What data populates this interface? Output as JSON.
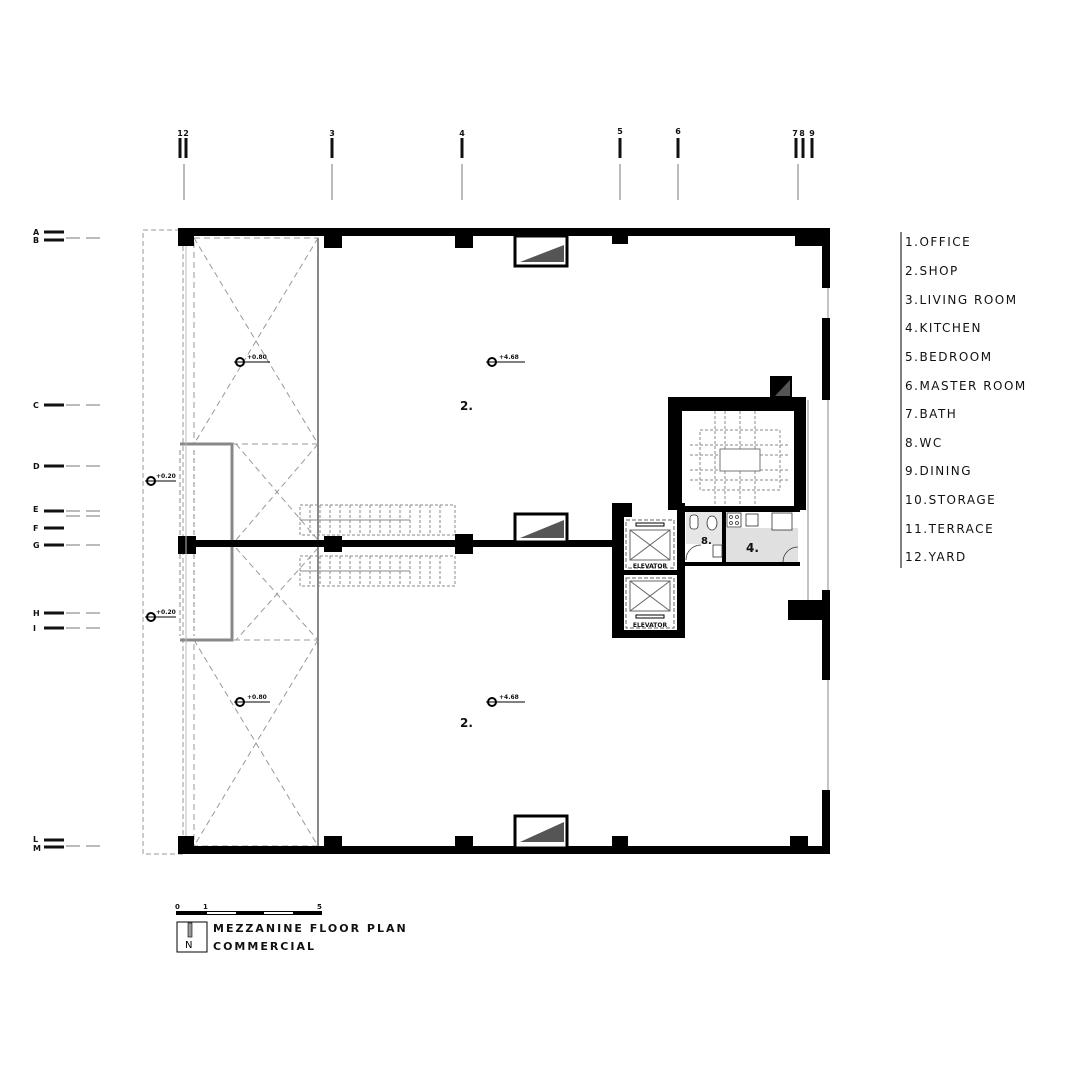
{
  "plan": {
    "title": "MEZZANINE FLOOR PLAN",
    "subtitle": "COMMERCIAL",
    "north_label": "N",
    "scale_labels": [
      "0",
      "1",
      "5"
    ]
  },
  "grid_top": [
    "1",
    "2",
    "3",
    "4",
    "5",
    "6",
    "7",
    "8",
    "9"
  ],
  "grid_left": [
    "A",
    "B",
    "C",
    "D",
    "E",
    "F",
    "G",
    "H",
    "I",
    "L",
    "M"
  ],
  "levels": {
    "void_upper": "+0.80",
    "void_lower": "+0.80",
    "shop_upper": "+4.68",
    "shop_lower": "+4.68",
    "entry_upper": "+0.20",
    "entry_lower": "+0.20"
  },
  "rooms": {
    "shop_upper": "2.",
    "shop_lower": "2.",
    "wc": "8.",
    "kitchen": "4.",
    "elevator_1": "ELEVATOR",
    "elevator_2": "ELEVATOR"
  },
  "legend": [
    "1.OFFICE",
    "2.SHOP",
    "3.LIVING ROOM",
    "4.KITCHEN",
    "5.BEDROOM",
    "6.MASTER ROOM",
    "7.BATH",
    "8.WC",
    "9.DINING",
    "10.STORAGE",
    "11.TERRACE",
    "12.YARD"
  ]
}
